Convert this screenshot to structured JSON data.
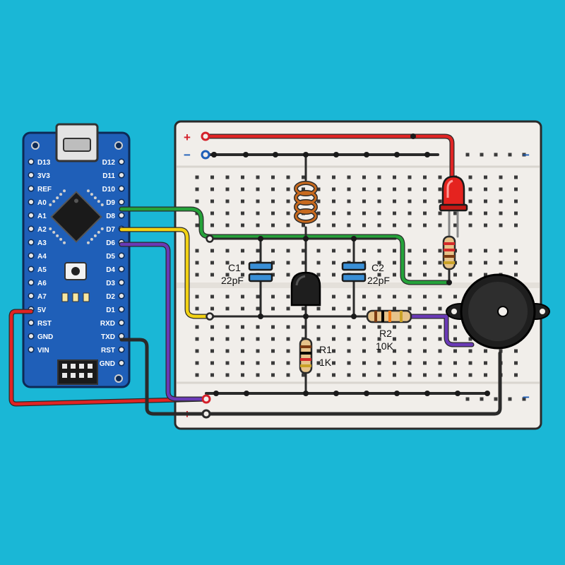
{
  "colors": {
    "background": "#1ab7d6",
    "breadboard": "#f1eeea",
    "board": "#1f5fb8",
    "wire_red": "#e02424",
    "wire_black": "#2a2a2a",
    "wire_green": "#25a23a",
    "wire_yellow": "#f2d214",
    "wire_purple": "#6a3ab6",
    "plus_sign": "#d4202a",
    "minus_sign": "#1f5fb8"
  },
  "arduino": {
    "left_pins": [
      "D13",
      "3V3",
      "REF",
      "A0",
      "A1",
      "A2",
      "A3",
      "A4",
      "A5",
      "A6",
      "A7",
      "5V",
      "RST",
      "GND",
      "VIN"
    ],
    "right_pins": [
      "D12",
      "D11",
      "D10",
      "D9",
      "D8",
      "D7",
      "D6",
      "D5",
      "D4",
      "D3",
      "D2",
      "D1",
      "RXD",
      "TXD",
      "RST",
      "GND"
    ]
  },
  "breadboard": {
    "top_rail_plus": "+",
    "top_rail_minus": "−",
    "bottom_rail_plus": "+",
    "bottom_rail_minus": "−"
  },
  "components": {
    "c1_name": "C1",
    "c1_value": "22pF",
    "c2_name": "C2",
    "c2_value": "22pF",
    "r1_name": "R1",
    "r1_value": "1K",
    "r2_name": "R2",
    "r2_value": "10K"
  }
}
